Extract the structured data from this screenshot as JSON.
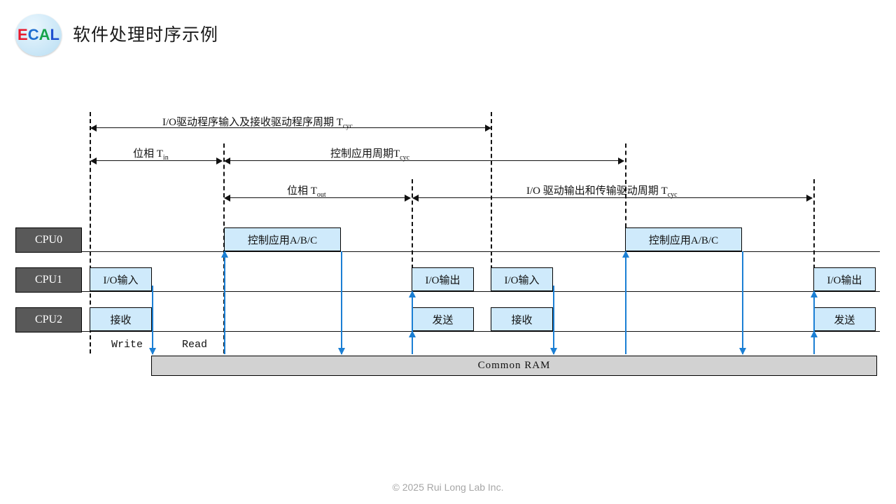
{
  "header": {
    "logo": {
      "name": "ecal-logo",
      "letters": [
        {
          "char": "E",
          "color": "#e8192c"
        },
        {
          "char": "C",
          "color": "#1f6fd0"
        },
        {
          "char": "A",
          "color": "#16a34a"
        },
        {
          "char": "L",
          "color": "#1f4fd0"
        }
      ]
    },
    "title": "软件处理时序示例"
  },
  "footer": {
    "copyright": "© 2025 Rui Long Lab Inc."
  },
  "diagram": {
    "measures": [
      {
        "id": "m-io-in",
        "label_main": "I/O驱动程序输入及接收驱动程序周期 T",
        "label_sub": "cyc"
      },
      {
        "id": "m-phase-in",
        "label_main": "位相 T",
        "label_sub": "in"
      },
      {
        "id": "m-ctrl-cyc",
        "label_main": "控制应用周期T",
        "label_sub": "cyc"
      },
      {
        "id": "m-phase-out",
        "label_main": "位相 T",
        "label_sub": "out"
      },
      {
        "id": "m-io-out",
        "label_main": "I/O 驱动输出和传输驱动周期 T",
        "label_sub": "cyc"
      }
    ],
    "lanes": [
      {
        "id": "cpu0",
        "tag": "CPU0",
        "tasks": [
          {
            "label": "控制应用A/B/C"
          },
          {
            "label": "控制应用A/B/C"
          }
        ]
      },
      {
        "id": "cpu1",
        "tag": "CPU1",
        "tasks": [
          {
            "label": "I/O输入"
          },
          {
            "label": "I/O输出"
          },
          {
            "label": "I/O输入"
          },
          {
            "label": "I/O输出"
          }
        ]
      },
      {
        "id": "cpu2",
        "tag": "CPU2",
        "tasks": [
          {
            "label": "接收"
          },
          {
            "label": "发送"
          },
          {
            "label": "接收"
          },
          {
            "label": "发送"
          }
        ]
      }
    ],
    "memory": {
      "label": "Common RAM",
      "write_label": "Write",
      "read_label": "Read"
    },
    "colors": {
      "task_fill": "#cfeafb",
      "tag_fill": "#595959",
      "ram_fill": "#d2d2d2",
      "arrow_blue": "#1b7fd4",
      "line_black": "#111111"
    }
  }
}
